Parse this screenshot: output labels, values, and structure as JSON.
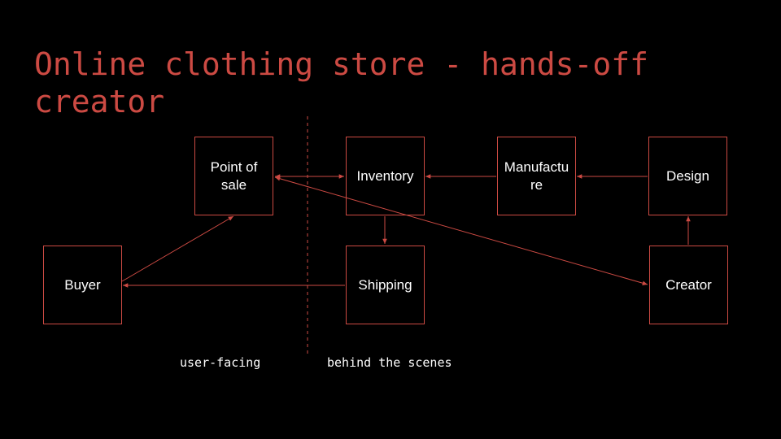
{
  "slide": {
    "title": "Online clothing store - hands-off creator",
    "accent_color": "#cc4a43",
    "text_color": "#ffffff",
    "background_color": "#000000"
  },
  "nodes": {
    "point_of_sale": "Point of sale",
    "inventory": "Inventory",
    "manufacture": "Manufacture",
    "design": "Design",
    "buyer": "Buyer",
    "shipping": "Shipping",
    "creator": "Creator"
  },
  "zones": {
    "user_facing": "user-facing",
    "behind_the_scenes": "behind the scenes"
  },
  "edges": [
    {
      "from": "point_of_sale",
      "to": "inventory",
      "direction": "both"
    },
    {
      "from": "manufacture",
      "to": "inventory",
      "direction": "forward"
    },
    {
      "from": "design",
      "to": "manufacture",
      "direction": "forward"
    },
    {
      "from": "creator",
      "to": "design",
      "direction": "forward"
    },
    {
      "from": "inventory",
      "to": "shipping",
      "direction": "forward"
    },
    {
      "from": "shipping",
      "to": "buyer",
      "direction": "forward"
    },
    {
      "from": "buyer",
      "to": "point_of_sale",
      "direction": "forward"
    },
    {
      "from": "point_of_sale",
      "to": "creator",
      "direction": "both"
    }
  ]
}
